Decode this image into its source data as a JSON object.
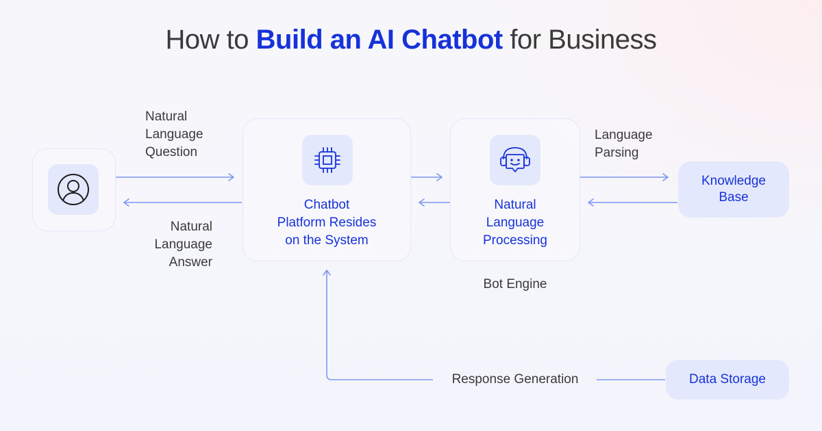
{
  "title": {
    "prefix": "How to",
    "accent": "Build an AI Chatbot",
    "suffix": "for Business"
  },
  "colors": {
    "accent": "#1632d8",
    "arrow": "#7d96f0",
    "tile": "#e4e8fc",
    "text": "#3a3a3a"
  },
  "nodes": {
    "user": {
      "icon": "user-circle-icon"
    },
    "platform": {
      "icon": "chip-icon",
      "label_lines": [
        "Chatbot",
        "Platform Resides",
        "on the System"
      ]
    },
    "nlp": {
      "icon": "bot-headset-icon",
      "label_lines": [
        "Natural",
        "Language",
        "Processing"
      ],
      "caption": "Bot Engine"
    },
    "knowledge_base": {
      "label_lines": [
        "Knowledge",
        "Base"
      ]
    },
    "data_storage": {
      "label": "Data Storage"
    }
  },
  "edges": {
    "question": {
      "label_lines": [
        "Natural",
        "Language",
        "Question"
      ]
    },
    "answer": {
      "label_lines": [
        "Natural",
        "Language",
        "Answer"
      ]
    },
    "parsing": {
      "label_lines": [
        "Language",
        "Parsing"
      ]
    },
    "response": {
      "label": "Response Generation"
    }
  }
}
